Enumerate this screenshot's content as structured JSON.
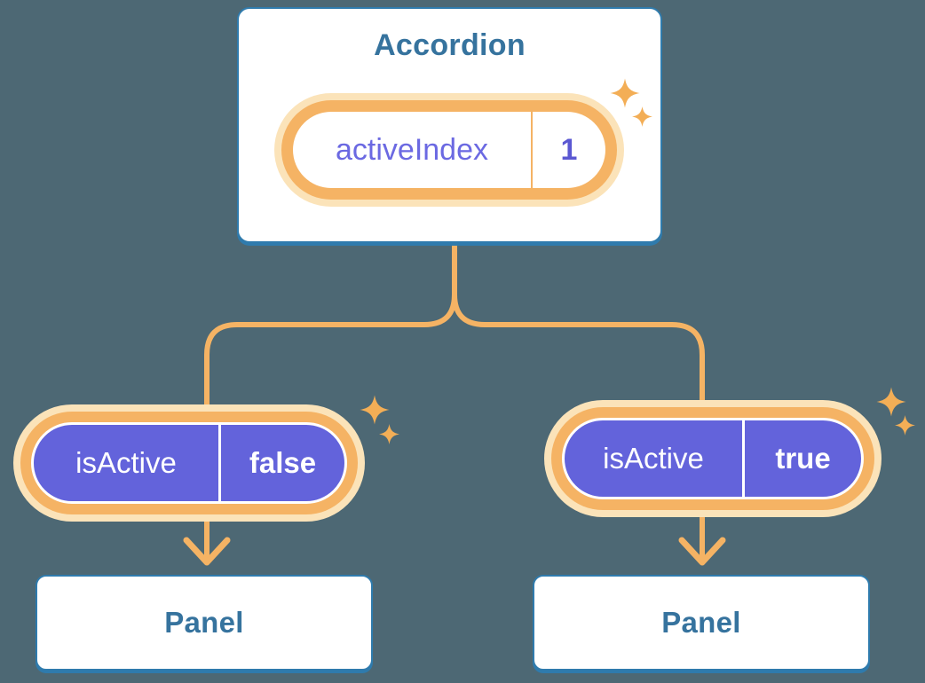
{
  "colors": {
    "background": "#4D6874",
    "card_bg": "#FFFFFF",
    "card_border": "#2F7BAD",
    "heading_text": "#36739E",
    "orange": "#F5B364",
    "orange_pale": "#FBE3B9",
    "sparkle": "#F3AE56",
    "purple_fill": "#6363DB",
    "purple_text": "#6B69E2",
    "purple_value": "#5B58D2",
    "pill_text": "#FFFFFF"
  },
  "icons": {
    "sparkle": "4-point-star",
    "arrowhead": "chevron-down"
  },
  "diagram": {
    "root": {
      "title": "Accordion",
      "state_pill": {
        "name": "activeIndex",
        "value": "1"
      }
    },
    "children": [
      {
        "prop_pill": {
          "name": "isActive",
          "value": "false"
        },
        "node": {
          "title": "Panel"
        }
      },
      {
        "prop_pill": {
          "name": "isActive",
          "value": "true"
        },
        "node": {
          "title": "Panel"
        }
      }
    ]
  }
}
